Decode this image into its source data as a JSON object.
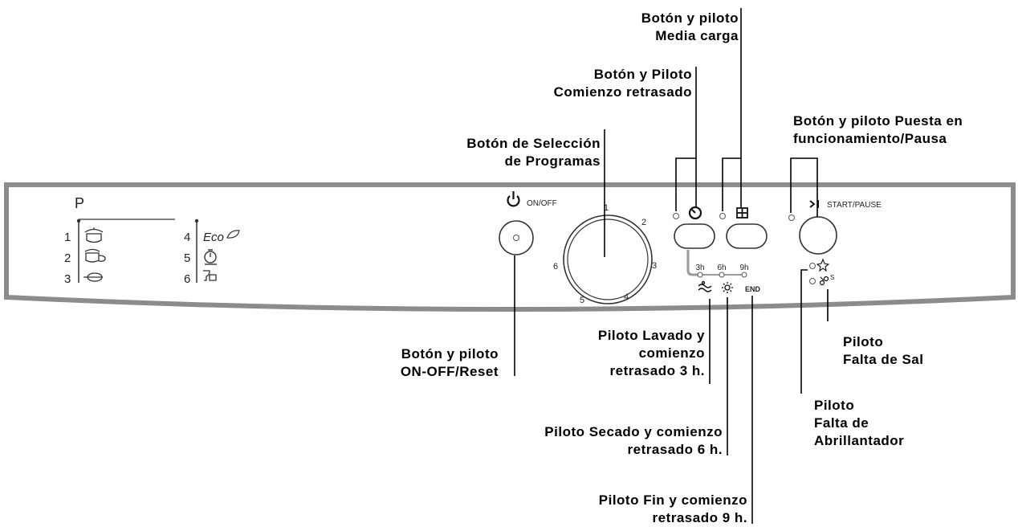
{
  "panel": {
    "program_header": "P",
    "programs": [
      {
        "number": "1",
        "icon": "pot-with-lid-icon"
      },
      {
        "number": "2",
        "icon": "pot-with-handle-icon"
      },
      {
        "number": "3",
        "icon": "pan-icon"
      },
      {
        "number": "4",
        "icon": "eco-leaf-icon",
        "text": "Eco"
      },
      {
        "number": "5",
        "icon": "quick-timer-icon"
      },
      {
        "number": "6",
        "icon": "glass-and-cup-icon"
      }
    ],
    "onoff_label": "ON/OFF",
    "dial_numbers": [
      "1",
      "2",
      "3",
      "4",
      "5",
      "6"
    ],
    "start_pause_label": "START/PAUSE",
    "delay_hours": [
      "3h",
      "6h",
      "9h"
    ],
    "end_label": "END",
    "salt_indicator_suffix": "S",
    "colors": {
      "panel_border": "#8c8c8c",
      "panel_fill": "#ffffff",
      "line": "#333333",
      "indicator_line": "#9a9a9a"
    }
  },
  "callouts": {
    "half_load": [
      "Botón y piloto",
      "Media carga"
    ],
    "delayed_start": [
      "Botón y Piloto",
      "Comienzo retrasado"
    ],
    "start_pause": [
      "Botón y piloto Puesta en",
      "funcionamiento/Pausa"
    ],
    "program_select": [
      "Botón de Selección",
      "de Programas"
    ],
    "onoff_reset": [
      "Botón y piloto",
      "ON-OFF/Reset"
    ],
    "wash_3h": [
      "Piloto Lavado y",
      "comienzo",
      "retrasado 3 h."
    ],
    "dry_6h": [
      "Piloto Secado y comienzo",
      "retrasado 6 h."
    ],
    "end_9h": [
      "Piloto Fin y comienzo",
      "retrasado 9 h."
    ],
    "salt": [
      "Piloto",
      "Falta de Sal"
    ],
    "rinse_aid": [
      "Piloto",
      "Falta de",
      "Abrillantador"
    ]
  }
}
